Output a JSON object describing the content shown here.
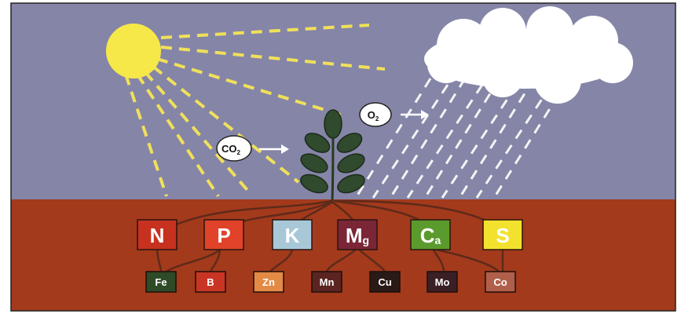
{
  "colors": {
    "sky": "#8585a8",
    "soil": "#a33a1c",
    "sun": "#f7e84a",
    "rays": "#f0e05a",
    "rain": "#f4f4f4",
    "cloud": "#ffffff",
    "roots": "#5e2a1a",
    "leaf": "#2f4a2c",
    "stem": "#2a3a22"
  },
  "labels": {
    "co2_main": "CO",
    "co2_sub": "2",
    "o2_main": "O",
    "o2_sub": "2"
  },
  "macronutrients": [
    {
      "main": "N",
      "sub": "",
      "color": "#c7311f"
    },
    {
      "main": "P",
      "sub": "",
      "color": "#e0432a"
    },
    {
      "main": "K",
      "sub": "",
      "color": "#a8c8d8"
    },
    {
      "main": "M",
      "sub": "g",
      "color": "#7a2636"
    },
    {
      "main": "C",
      "sub": "a",
      "color": "#5b9a2c"
    },
    {
      "main": "S",
      "sub": "",
      "color": "#f2e22e"
    }
  ],
  "micronutrients": [
    {
      "label": "Fe",
      "color": "#2f4a26"
    },
    {
      "label": "B",
      "color": "#c93524"
    },
    {
      "label": "Zn",
      "color": "#e38a46"
    },
    {
      "label": "Mn",
      "color": "#5b2420"
    },
    {
      "label": "Cu",
      "color": "#2a1a16"
    },
    {
      "label": "Mo",
      "color": "#3a2025"
    },
    {
      "label": "Co",
      "color": "#b0604a"
    }
  ]
}
